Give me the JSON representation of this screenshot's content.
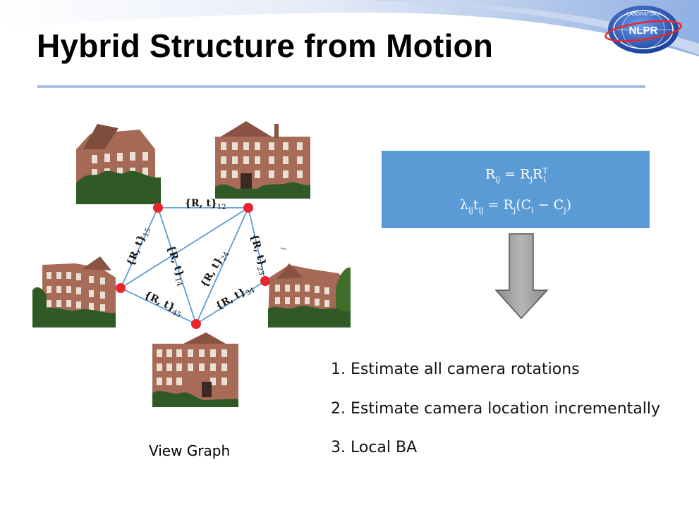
{
  "slide": {
    "title": "Hybrid Structure from Motion",
    "logo": {
      "icon": "lab-logo-globe",
      "text": "NLPR",
      "ring_text": "LABORATORY"
    }
  },
  "view_graph": {
    "caption": "View Graph",
    "nodes": [
      "1",
      "2",
      "3",
      "4",
      "5"
    ],
    "edges": [
      {
        "id": "12",
        "from": "1",
        "to": "2",
        "label": "{R, t}",
        "sub": "12"
      },
      {
        "id": "15",
        "from": "1",
        "to": "5",
        "label": "{R, t}",
        "sub": "15"
      },
      {
        "id": "14",
        "from": "1",
        "to": "4",
        "label": "{R, t}",
        "sub": "14"
      },
      {
        "id": "24",
        "from": "2",
        "to": "4",
        "label": "{R, t}",
        "sub": "24"
      },
      {
        "id": "23",
        "from": "2",
        "to": "3",
        "label": "{R, t}",
        "sub": "23"
      },
      {
        "id": "34",
        "from": "3",
        "to": "4",
        "label": "{R, t}",
        "sub": "34"
      },
      {
        "id": "45",
        "from": "4",
        "to": "5",
        "label": "{R, t}",
        "sub": "45"
      },
      {
        "id": "25",
        "from": "2",
        "to": "5",
        "label": "",
        "sub": ""
      }
    ],
    "images_icon": "building-photo-icon",
    "node_color": "#e8262b",
    "edge_color": "#5b9bd5"
  },
  "formulas": {
    "box_color": "#5b9bd5",
    "line1": {
      "lhs": "R",
      "lhs_sub": "ij",
      "eq": " = ",
      "r1": "R",
      "r1_sub": "j",
      "r2": "R",
      "r2_sub": "i",
      "r2_sup": "T"
    },
    "line2": {
      "lam": "λ",
      "lam_sub": "ij",
      "t": "t",
      "t_sub": "ij",
      "eq": " = ",
      "r": "R",
      "r_sub": "j",
      "open": "(",
      "c1": "C",
      "c1_sub": "i",
      "minus": " − ",
      "c2": "C",
      "c2_sub": "j",
      "close": ")"
    }
  },
  "arrow_icon": "down-arrow-icon",
  "steps": [
    "1. Estimate all camera rotations",
    "2. Estimate camera location incrementally",
    "3. Local BA"
  ]
}
